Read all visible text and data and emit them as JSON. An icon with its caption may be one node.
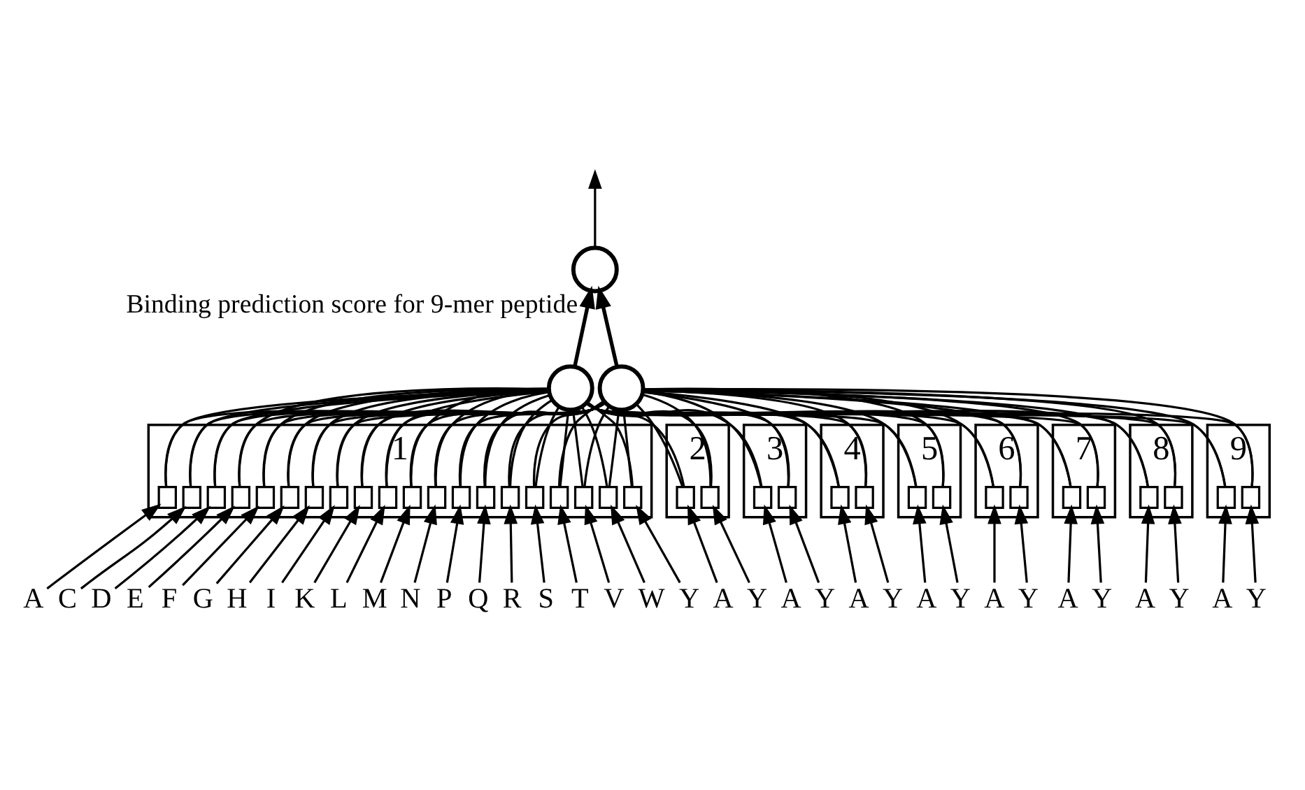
{
  "diagram": {
    "nodes": [
      {
        "text": [],
        "shape": "circle",
        "beside": [
          "Binding prediction score for 9-mer peptide"
        ]
      },
      {
        "text": [],
        "shape": "circle"
      },
      {
        "text": [],
        "shape": "circle"
      },
      {
        "text": [
          "1"
        ]
      },
      {
        "text": [],
        "shape": "box",
        "in": 3
      },
      {
        "text": [],
        "shape": "box",
        "in": 3
      },
      {
        "text": [],
        "shape": "box",
        "in": 3
      },
      {
        "text": [],
        "shape": "box",
        "in": 3
      },
      {
        "text": [],
        "shape": "box",
        "in": 3
      },
      {
        "text": [],
        "shape": "box",
        "in": 3
      },
      {
        "text": [],
        "shape": "box",
        "in": 3
      },
      {
        "text": [],
        "shape": "box",
        "in": 3
      },
      {
        "text": [],
        "shape": "box",
        "in": 3
      },
      {
        "text": [],
        "shape": "box",
        "in": 3
      },
      {
        "text": [],
        "shape": "box",
        "in": 3
      },
      {
        "text": [],
        "shape": "box",
        "in": 3
      },
      {
        "text": [],
        "shape": "box",
        "in": 3
      },
      {
        "text": [],
        "shape": "box",
        "in": 3
      },
      {
        "text": [],
        "shape": "box",
        "in": 3
      },
      {
        "text": [],
        "shape": "box",
        "in": 3
      },
      {
        "text": [],
        "shape": "box",
        "in": 3
      },
      {
        "text": [],
        "shape": "box",
        "in": 3
      },
      {
        "text": [],
        "shape": "box",
        "in": 3
      },
      {
        "text": [],
        "shape": "box",
        "in": 3
      },
      {
        "text": [
          "2"
        ]
      },
      {
        "text": [],
        "shape": "box",
        "in": 24
      },
      {
        "text": [],
        "shape": "box",
        "in": 24
      },
      {
        "text": [
          "3"
        ]
      },
      {
        "text": [],
        "shape": "box",
        "in": 27
      },
      {
        "text": [],
        "shape": "box",
        "in": 27
      },
      {
        "text": [
          "4"
        ]
      },
      {
        "text": [],
        "shape": "box",
        "in": 30
      },
      {
        "text": [],
        "shape": "box",
        "in": 30
      },
      {
        "text": [
          "5"
        ]
      },
      {
        "text": [],
        "shape": "box",
        "in": 33
      },
      {
        "text": [],
        "shape": "box",
        "in": 33
      },
      {
        "text": [
          "6"
        ]
      },
      {
        "text": [],
        "shape": "box",
        "in": 36
      },
      {
        "text": [],
        "shape": "box",
        "in": 36
      },
      {
        "text": [
          "7"
        ]
      },
      {
        "text": [],
        "shape": "box",
        "in": 39
      },
      {
        "text": [],
        "shape": "box",
        "in": 39
      },
      {
        "text": [
          "8"
        ]
      },
      {
        "text": [],
        "shape": "box",
        "in": 42
      },
      {
        "text": [],
        "shape": "box",
        "in": 42
      },
      {
        "text": [
          "9"
        ]
      },
      {
        "text": [],
        "shape": "box",
        "in": 45
      },
      {
        "text": [],
        "shape": "box",
        "in": 45
      },
      {
        "text": [
          "A"
        ]
      },
      {
        "text": [
          "C"
        ]
      },
      {
        "text": [
          "D"
        ]
      },
      {
        "text": [
          "E"
        ]
      },
      {
        "text": [
          "F"
        ]
      },
      {
        "text": [
          "G"
        ]
      },
      {
        "text": [
          "H"
        ]
      },
      {
        "text": [
          "I"
        ]
      },
      {
        "text": [
          "K"
        ]
      },
      {
        "text": [
          "L"
        ]
      },
      {
        "text": [
          "M"
        ]
      },
      {
        "text": [
          "N"
        ]
      },
      {
        "text": [
          "P"
        ]
      },
      {
        "text": [
          "Q"
        ]
      },
      {
        "text": [
          "R"
        ]
      },
      {
        "text": [
          "S"
        ]
      },
      {
        "text": [
          "T"
        ]
      },
      {
        "text": [
          "V"
        ]
      },
      {
        "text": [
          "W"
        ]
      },
      {
        "text": [
          "Y"
        ]
      },
      {
        "text": [
          "A"
        ]
      },
      {
        "text": [
          "Y"
        ]
      },
      {
        "text": [
          "A"
        ]
      },
      {
        "text": [
          "Y"
        ]
      },
      {
        "text": [
          "A"
        ]
      },
      {
        "text": [
          "Y"
        ]
      },
      {
        "text": [
          "A"
        ]
      },
      {
        "text": [
          "Y"
        ]
      },
      {
        "text": [
          "A"
        ]
      },
      {
        "text": [
          "Y"
        ]
      },
      {
        "text": [
          "A"
        ]
      },
      {
        "text": [
          "Y"
        ]
      },
      {
        "text": [
          "A"
        ]
      },
      {
        "text": [
          "Y"
        ]
      },
      {
        "text": [
          "A"
        ]
      },
      {
        "text": [
          "Y"
        ]
      }
    ],
    "edges": [
      {
        "from": 0,
        "to": null,
        "arrow": "to"
      },
      {
        "from": 1,
        "to": 0,
        "arrow": "to"
      },
      {
        "from": 2,
        "to": 0,
        "arrow": "to"
      },
      {
        "from": 4,
        "to": 1,
        "arrow": "none"
      },
      {
        "from": 4,
        "to": 2,
        "arrow": "none"
      },
      {
        "from": 5,
        "to": 1,
        "arrow": "none"
      },
      {
        "from": 5,
        "to": 2,
        "arrow": "none"
      },
      {
        "from": 6,
        "to": 1,
        "arrow": "none"
      },
      {
        "from": 6,
        "to": 2,
        "arrow": "none"
      },
      {
        "from": 7,
        "to": 1,
        "arrow": "none"
      },
      {
        "from": 7,
        "to": 2,
        "arrow": "none"
      },
      {
        "from": 8,
        "to": 1,
        "arrow": "none"
      },
      {
        "from": 8,
        "to": 2,
        "arrow": "none"
      },
      {
        "from": 9,
        "to": 1,
        "arrow": "none"
      },
      {
        "from": 9,
        "to": 2,
        "arrow": "none"
      },
      {
        "from": 10,
        "to": 1,
        "arrow": "none"
      },
      {
        "from": 10,
        "to": 2,
        "arrow": "none"
      },
      {
        "from": 11,
        "to": 1,
        "arrow": "none"
      },
      {
        "from": 11,
        "to": 2,
        "arrow": "none"
      },
      {
        "from": 12,
        "to": 1,
        "arrow": "none"
      },
      {
        "from": 12,
        "to": 2,
        "arrow": "none"
      },
      {
        "from": 13,
        "to": 1,
        "arrow": "none"
      },
      {
        "from": 13,
        "to": 2,
        "arrow": "none"
      },
      {
        "from": 14,
        "to": 1,
        "arrow": "none"
      },
      {
        "from": 14,
        "to": 2,
        "arrow": "none"
      },
      {
        "from": 15,
        "to": 1,
        "arrow": "none"
      },
      {
        "from": 15,
        "to": 2,
        "arrow": "none"
      },
      {
        "from": 16,
        "to": 1,
        "arrow": "none"
      },
      {
        "from": 16,
        "to": 2,
        "arrow": "none"
      },
      {
        "from": 17,
        "to": 1,
        "arrow": "none"
      },
      {
        "from": 17,
        "to": 2,
        "arrow": "none"
      },
      {
        "from": 18,
        "to": 1,
        "arrow": "none"
      },
      {
        "from": 18,
        "to": 2,
        "arrow": "none"
      },
      {
        "from": 19,
        "to": 1,
        "arrow": "none"
      },
      {
        "from": 19,
        "to": 2,
        "arrow": "none"
      },
      {
        "from": 20,
        "to": 1,
        "arrow": "none"
      },
      {
        "from": 20,
        "to": 2,
        "arrow": "none"
      },
      {
        "from": 21,
        "to": 1,
        "arrow": "none"
      },
      {
        "from": 21,
        "to": 2,
        "arrow": "none"
      },
      {
        "from": 22,
        "to": 1,
        "arrow": "none"
      },
      {
        "from": 22,
        "to": 2,
        "arrow": "none"
      },
      {
        "from": 23,
        "to": 1,
        "arrow": "none"
      },
      {
        "from": 23,
        "to": 2,
        "arrow": "none"
      },
      {
        "from": 25,
        "to": 1,
        "arrow": "none"
      },
      {
        "from": 25,
        "to": 2,
        "arrow": "none"
      },
      {
        "from": 26,
        "to": 1,
        "arrow": "none"
      },
      {
        "from": 26,
        "to": 2,
        "arrow": "none"
      },
      {
        "from": 28,
        "to": 1,
        "arrow": "none"
      },
      {
        "from": 28,
        "to": 2,
        "arrow": "none"
      },
      {
        "from": 29,
        "to": 1,
        "arrow": "none"
      },
      {
        "from": 29,
        "to": 2,
        "arrow": "none"
      },
      {
        "from": 31,
        "to": 1,
        "arrow": "none"
      },
      {
        "from": 31,
        "to": 2,
        "arrow": "none"
      },
      {
        "from": 32,
        "to": 1,
        "arrow": "none"
      },
      {
        "from": 32,
        "to": 2,
        "arrow": "none"
      },
      {
        "from": 34,
        "to": 1,
        "arrow": "none"
      },
      {
        "from": 34,
        "to": 2,
        "arrow": "none"
      },
      {
        "from": 35,
        "to": 1,
        "arrow": "none"
      },
      {
        "from": 35,
        "to": 2,
        "arrow": "none"
      },
      {
        "from": 37,
        "to": 1,
        "arrow": "none"
      },
      {
        "from": 37,
        "to": 2,
        "arrow": "none"
      },
      {
        "from": 38,
        "to": 1,
        "arrow": "none"
      },
      {
        "from": 38,
        "to": 2,
        "arrow": "none"
      },
      {
        "from": 40,
        "to": 1,
        "arrow": "none"
      },
      {
        "from": 40,
        "to": 2,
        "arrow": "none"
      },
      {
        "from": 41,
        "to": 1,
        "arrow": "none"
      },
      {
        "from": 41,
        "to": 2,
        "arrow": "none"
      },
      {
        "from": 43,
        "to": 1,
        "arrow": "none"
      },
      {
        "from": 43,
        "to": 2,
        "arrow": "none"
      },
      {
        "from": 44,
        "to": 1,
        "arrow": "none"
      },
      {
        "from": 44,
        "to": 2,
        "arrow": "none"
      },
      {
        "from": 46,
        "to": 1,
        "arrow": "none"
      },
      {
        "from": 46,
        "to": 2,
        "arrow": "none"
      },
      {
        "from": 47,
        "to": 1,
        "arrow": "none"
      },
      {
        "from": 47,
        "to": 2,
        "arrow": "none"
      },
      {
        "from": 48,
        "to": 4,
        "arrow": "to"
      },
      {
        "from": 49,
        "to": 5,
        "arrow": "to"
      },
      {
        "from": 50,
        "to": 6,
        "arrow": "to"
      },
      {
        "from": 51,
        "to": 7,
        "arrow": "to"
      },
      {
        "from": 52,
        "to": 8,
        "arrow": "to"
      },
      {
        "from": 53,
        "to": 9,
        "arrow": "to"
      },
      {
        "from": 54,
        "to": 10,
        "arrow": "to"
      },
      {
        "from": 55,
        "to": 11,
        "arrow": "to"
      },
      {
        "from": 56,
        "to": 12,
        "arrow": "to"
      },
      {
        "from": 57,
        "to": 13,
        "arrow": "to"
      },
      {
        "from": 58,
        "to": 14,
        "arrow": "to"
      },
      {
        "from": 59,
        "to": 15,
        "arrow": "to"
      },
      {
        "from": 60,
        "to": 16,
        "arrow": "to"
      },
      {
        "from": 61,
        "to": 17,
        "arrow": "to"
      },
      {
        "from": 62,
        "to": 18,
        "arrow": "to"
      },
      {
        "from": 63,
        "to": 19,
        "arrow": "to"
      },
      {
        "from": 64,
        "to": 20,
        "arrow": "to"
      },
      {
        "from": 65,
        "to": 21,
        "arrow": "to"
      },
      {
        "from": 66,
        "to": 22,
        "arrow": "to"
      },
      {
        "from": 67,
        "to": 23,
        "arrow": "to"
      },
      {
        "from": 68,
        "to": 25,
        "arrow": "to"
      },
      {
        "from": 69,
        "to": 26,
        "arrow": "to"
      },
      {
        "from": 70,
        "to": 28,
        "arrow": "to"
      },
      {
        "from": 71,
        "to": 29,
        "arrow": "to"
      },
      {
        "from": 72,
        "to": 31,
        "arrow": "to"
      },
      {
        "from": 73,
        "to": 32,
        "arrow": "to"
      },
      {
        "from": 74,
        "to": 34,
        "arrow": "to"
      },
      {
        "from": 75,
        "to": 35,
        "arrow": "to"
      },
      {
        "from": 76,
        "to": 37,
        "arrow": "to"
      },
      {
        "from": 77,
        "to": 38,
        "arrow": "to"
      },
      {
        "from": 78,
        "to": 40,
        "arrow": "to"
      },
      {
        "from": 79,
        "to": 41,
        "arrow": "to"
      },
      {
        "from": 80,
        "to": 43,
        "arrow": "to"
      },
      {
        "from": 81,
        "to": 44,
        "arrow": "to"
      },
      {
        "from": 82,
        "to": 46,
        "arrow": "to"
      },
      {
        "from": 83,
        "to": 47,
        "arrow": "to"
      }
    ]
  }
}
